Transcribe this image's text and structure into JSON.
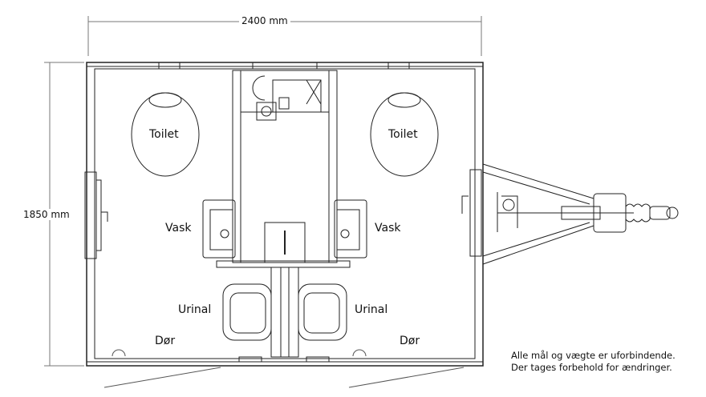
{
  "dimensions": {
    "width": "2400 mm",
    "depth": "1850 mm"
  },
  "labels": {
    "toilet_left": "Toilet",
    "toilet_right": "Toilet",
    "sink_left": "Vask",
    "sink_right": "Vask",
    "urinal_left": "Urinal",
    "urinal_right": "Urinal",
    "door_left": "Dør",
    "door_right": "Dør"
  },
  "disclaimer": {
    "line1": "Alle mål og vægte er uforbindende.",
    "line2": "Der tages forbehold for ændringer."
  }
}
